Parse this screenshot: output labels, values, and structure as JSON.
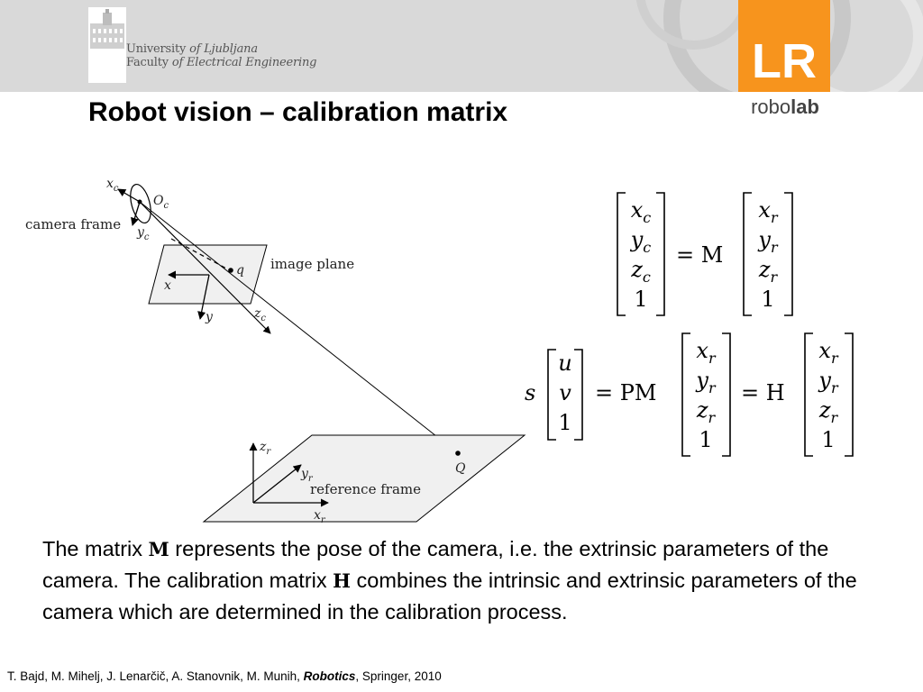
{
  "header": {
    "university_line1_a": "University",
    "university_line1_b": "of Ljubljana",
    "university_line2_a": "Faculty",
    "university_line2_b": "of Electrical Engineering",
    "lab_logo_text": "LR",
    "lab_name_a": "robo",
    "lab_name_b": "lab"
  },
  "slide": {
    "title": "Robot vision – calibration matrix"
  },
  "figure": {
    "camera_frame_label": "camera frame",
    "image_plane_label": "image plane",
    "reference_frame_label": "reference frame",
    "axis_xc": "x",
    "axis_xc_sub": "c",
    "axis_yc": "y",
    "axis_yc_sub": "c",
    "axis_zc": "z",
    "axis_zc_sub": "c",
    "origin_oc": "O",
    "origin_oc_sub": "c",
    "point_q": "q",
    "point_Q": "Q",
    "axis_x": "x",
    "axis_y": "y",
    "axis_xr": "x",
    "axis_xr_sub": "r",
    "axis_yr": "y",
    "axis_yr_sub": "r",
    "axis_zr": "z",
    "axis_zr_sub": "r"
  },
  "equations": {
    "eq1_lhs": [
      [
        "x",
        "c"
      ],
      [
        "y",
        "c"
      ],
      [
        "z",
        "c"
      ],
      [
        "1",
        ""
      ]
    ],
    "eq1_rhs": [
      [
        "x",
        "r"
      ],
      [
        "y",
        "r"
      ],
      [
        "z",
        "r"
      ],
      [
        "1",
        ""
      ]
    ],
    "eq1_op": "= M",
    "eq2_scalar": "s",
    "eq2_lhs": [
      "u",
      "v",
      "1"
    ],
    "eq2_op1": "= PM",
    "eq2_mid": [
      [
        "x",
        "r"
      ],
      [
        "y",
        "r"
      ],
      [
        "z",
        "r"
      ],
      [
        "1",
        ""
      ]
    ],
    "eq2_op2": "= H",
    "eq2_rhs": [
      [
        "x",
        "r"
      ],
      [
        "y",
        "r"
      ],
      [
        "z",
        "r"
      ],
      [
        "1",
        ""
      ]
    ]
  },
  "body": {
    "part1": "The matrix ",
    "sym_M": "M",
    "part2": " represents the pose of the camera, i.e. the extrinsic parameters of the camera. The calibration matrix ",
    "sym_H": "H",
    "part3": " combines the intrinsic and extrinsic parameters of the camera which are determined in the calibration process."
  },
  "citation": {
    "authors": "T. Bajd, M. Mihelj, J. Lenarčič, A. Stanovnik, M. Munih, ",
    "book": "Robotics",
    "publisher": ", Springer, 2010"
  },
  "colors": {
    "header_bg": "#d9d9d9",
    "accent_orange": "#f7941d",
    "plane_fill": "#f0f0f0"
  }
}
